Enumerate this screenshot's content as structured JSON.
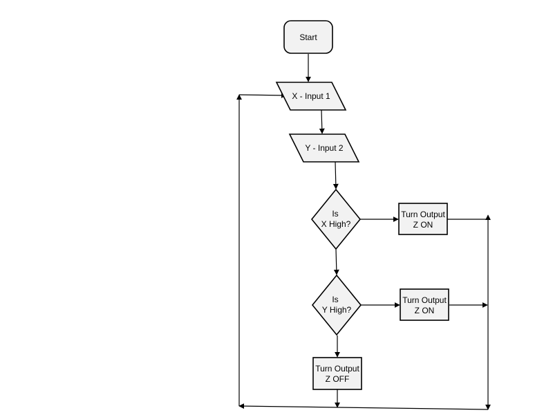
{
  "diagram": {
    "colors": {
      "fill": "#f2f2f2",
      "stroke": "#000000",
      "background": "#ffffff"
    },
    "nodes": {
      "start": {
        "type": "terminator",
        "text": "Start"
      },
      "input_x": {
        "type": "input",
        "text": "X - Input 1"
      },
      "input_y": {
        "type": "input",
        "text": "Y - Input 2"
      },
      "decision_x": {
        "type": "decision",
        "line1": "Is",
        "line2": "X High?"
      },
      "output_on_1": {
        "type": "process",
        "line1": "Turn Output",
        "line2": "Z ON"
      },
      "decision_y": {
        "type": "decision",
        "line1": "Is",
        "line2": "Y High?"
      },
      "output_on_2": {
        "type": "process",
        "line1": "Turn Output",
        "line2": "Z ON"
      },
      "output_off": {
        "type": "process",
        "line1": "Turn Output",
        "line2": "Z OFF"
      }
    }
  }
}
